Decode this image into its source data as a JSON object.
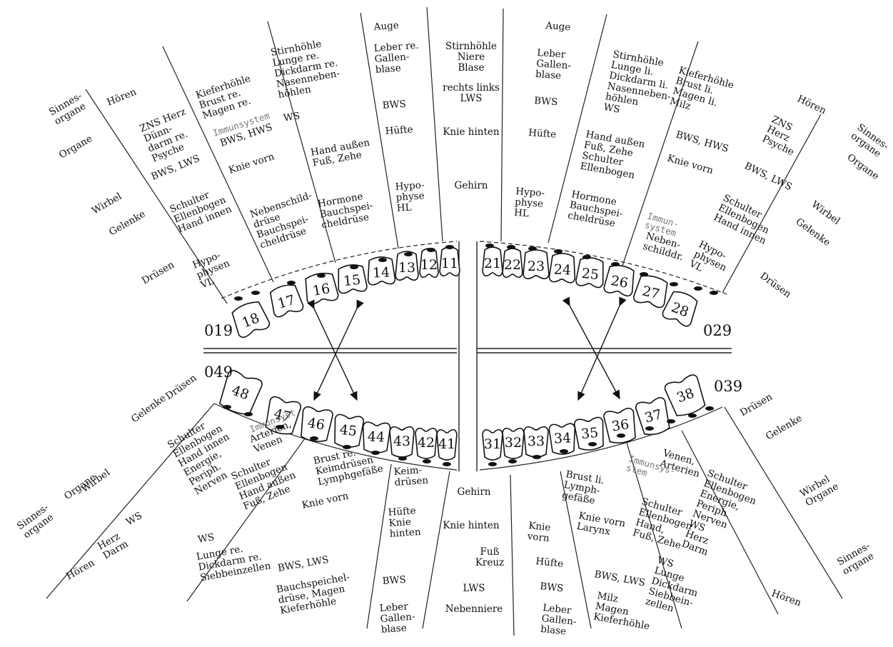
{
  "quadrant_labels": [
    "019",
    "029",
    "049",
    "039"
  ],
  "upper_teeth": [
    "18",
    "17",
    "16",
    "15",
    "14",
    "13",
    "12",
    "11",
    "21",
    "22",
    "23",
    "24",
    "25",
    "26",
    "27",
    "28"
  ],
  "lower_teeth": [
    "48",
    "47",
    "46",
    "45",
    "44",
    "43",
    "42",
    "41",
    "31",
    "32",
    "33",
    "34",
    "35",
    "36",
    "37",
    "38"
  ],
  "upper_row_labels_left": [
    "Sinnes-\norgane",
    "Organe",
    "Wirbel",
    "Gelenke",
    "Drüsen"
  ],
  "upper_row_labels_right": [
    "Sinnes-\norgane",
    "Organe",
    "Wirbel",
    "Gelenke",
    "Drüsen"
  ],
  "lower_row_labels_left": [
    "Drüsen",
    "Gelenke",
    "Wirbel",
    "Organe",
    "Sinnes-\norgane"
  ],
  "lower_row_labels_right": [
    "Drüsen",
    "Gelenke",
    "Wirbel\nOrgane",
    "Sinnes-\norgane"
  ],
  "upper_sectors": [
    {
      "id": "u18-17",
      "lines": [
        "Hören",
        "ZNS Herz\nDünn-\ndarm re.\nPsyche",
        "BWS, LWS",
        "Schulter\nEllenbogen\nHand innen",
        "Hypo-\nphysen\nVL"
      ]
    },
    {
      "id": "u16-15",
      "lines": [
        "Kieferhöhle\nBrust re.\nMagen re.",
        "BWS, HWS",
        "Knie vorn",
        "Nebenschild-\ndrüse\nBauchspei-\ncheldrüse"
      ],
      "mono": "Immunsystem"
    },
    {
      "id": "u14-13",
      "lines": [
        "Stirnhöhle\nLunge re.\nDickdarm re.\nNasenneben-\nhöhlen",
        "WS",
        "Hand außen\nFuß, Zehe",
        "Hormone\nBauchspei-\ncheldrüse"
      ]
    },
    {
      "id": "u12",
      "lines": [
        "Auge",
        "Leber re.\nGallen-\nblase",
        "BWS",
        "Hüfte",
        "Hypo-\nphyse\nHL"
      ]
    },
    {
      "id": "u11-21",
      "lines": [
        "Stirnhöhle\nNiere\nBlase",
        "rechts   links\nLWS",
        "Knie   hinten",
        "Gehirn"
      ]
    },
    {
      "id": "u22",
      "lines": [
        "Auge",
        "Leber\nGallen-\nblase",
        "BWS",
        "Hüfte",
        "Hypo-\nphyse\nHL"
      ]
    },
    {
      "id": "u23-24",
      "lines": [
        "Stirnhöhle\nLunge li.\nDickdarm li.\nNasenneben-\nhöhlen\nWS",
        "Hand außen\nFuß, Zehe\nSchulter\nEllenbogen",
        "Hormone\nBauchspei-\ncheldrüse"
      ]
    },
    {
      "id": "u25-26",
      "lines": [
        "Kieferhöhle\nBrust li.\nMagen li.\nMilz",
        "BWS, HWS",
        "Knie vorn",
        "Neben-\nschilddr."
      ],
      "mono": "Immun-\nsystem"
    },
    {
      "id": "u27-28",
      "lines": [
        "Hören",
        "ZNS\nHerz\nPsyche",
        "BWS, LWS",
        "Schulter\nEllenbogen\nHand innen",
        "Hypo-\nphysen\nVL"
      ]
    }
  ],
  "lower_sectors": [
    {
      "id": "l48-47",
      "lines": [
        "Schulter\nEllenbogen\nHand innen\nEnergie,\nPeriph.\nNerven",
        "WS",
        "Herz\nDarm",
        "Hören"
      ]
    },
    {
      "id": "l46-45",
      "lines": [
        "Arterien,\nVenen",
        "Schulter\nEllenbogen\nHand außen\nFuß, Zehe",
        "WS",
        "Lunge re.\nDickdarm re.\nSiebbeinzellen"
      ],
      "mono_top": "Immunsyst."
    },
    {
      "id": "l44",
      "lines": [
        "Brust re.\nKeimdrüsen\nLymphgefäße",
        "Knie vorn",
        "BWS, LWS",
        "Bauchspeichel-\ndrüse, Magen\nKieferhöhle"
      ]
    },
    {
      "id": "l43",
      "lines": [
        "Keim-\ndrüsen",
        "Hüfte\nKnie\nhinten",
        "BWS",
        "Leber\nGallen-\nblase"
      ]
    },
    {
      "id": "l42-31",
      "lines": [
        "Gehirn",
        "Knie hinten",
        "Fuß\nKreuz",
        "LWS",
        "Nebenniere"
      ]
    },
    {
      "id": "l33",
      "lines": [
        "Knie\nvorn",
        "Hüfte",
        "BWS",
        "Leber\nGallen-\nblase"
      ]
    },
    {
      "id": "l34",
      "lines": [
        "Brust li.\nLymph-\ngefäße",
        "Knie vorn\nLarynx",
        "BWS, LWS",
        "Milz\nMagen\nKieferhöhle"
      ]
    },
    {
      "id": "l35-36",
      "lines": [
        "Venen,\nArterien",
        "Schulter\nEllenbogen\nHand,\nFuß, Zehe",
        "WS\nLunge\nDickdarm\nSiebbein-\nzellen"
      ],
      "mono": "Immunsys-\nstem"
    },
    {
      "id": "l37-38",
      "lines": [
        "Schulter\nEllenbogen\nEnergie,\nPeriph.\nNerven\nWS\nHerz\nDarm",
        "Hören"
      ]
    }
  ]
}
